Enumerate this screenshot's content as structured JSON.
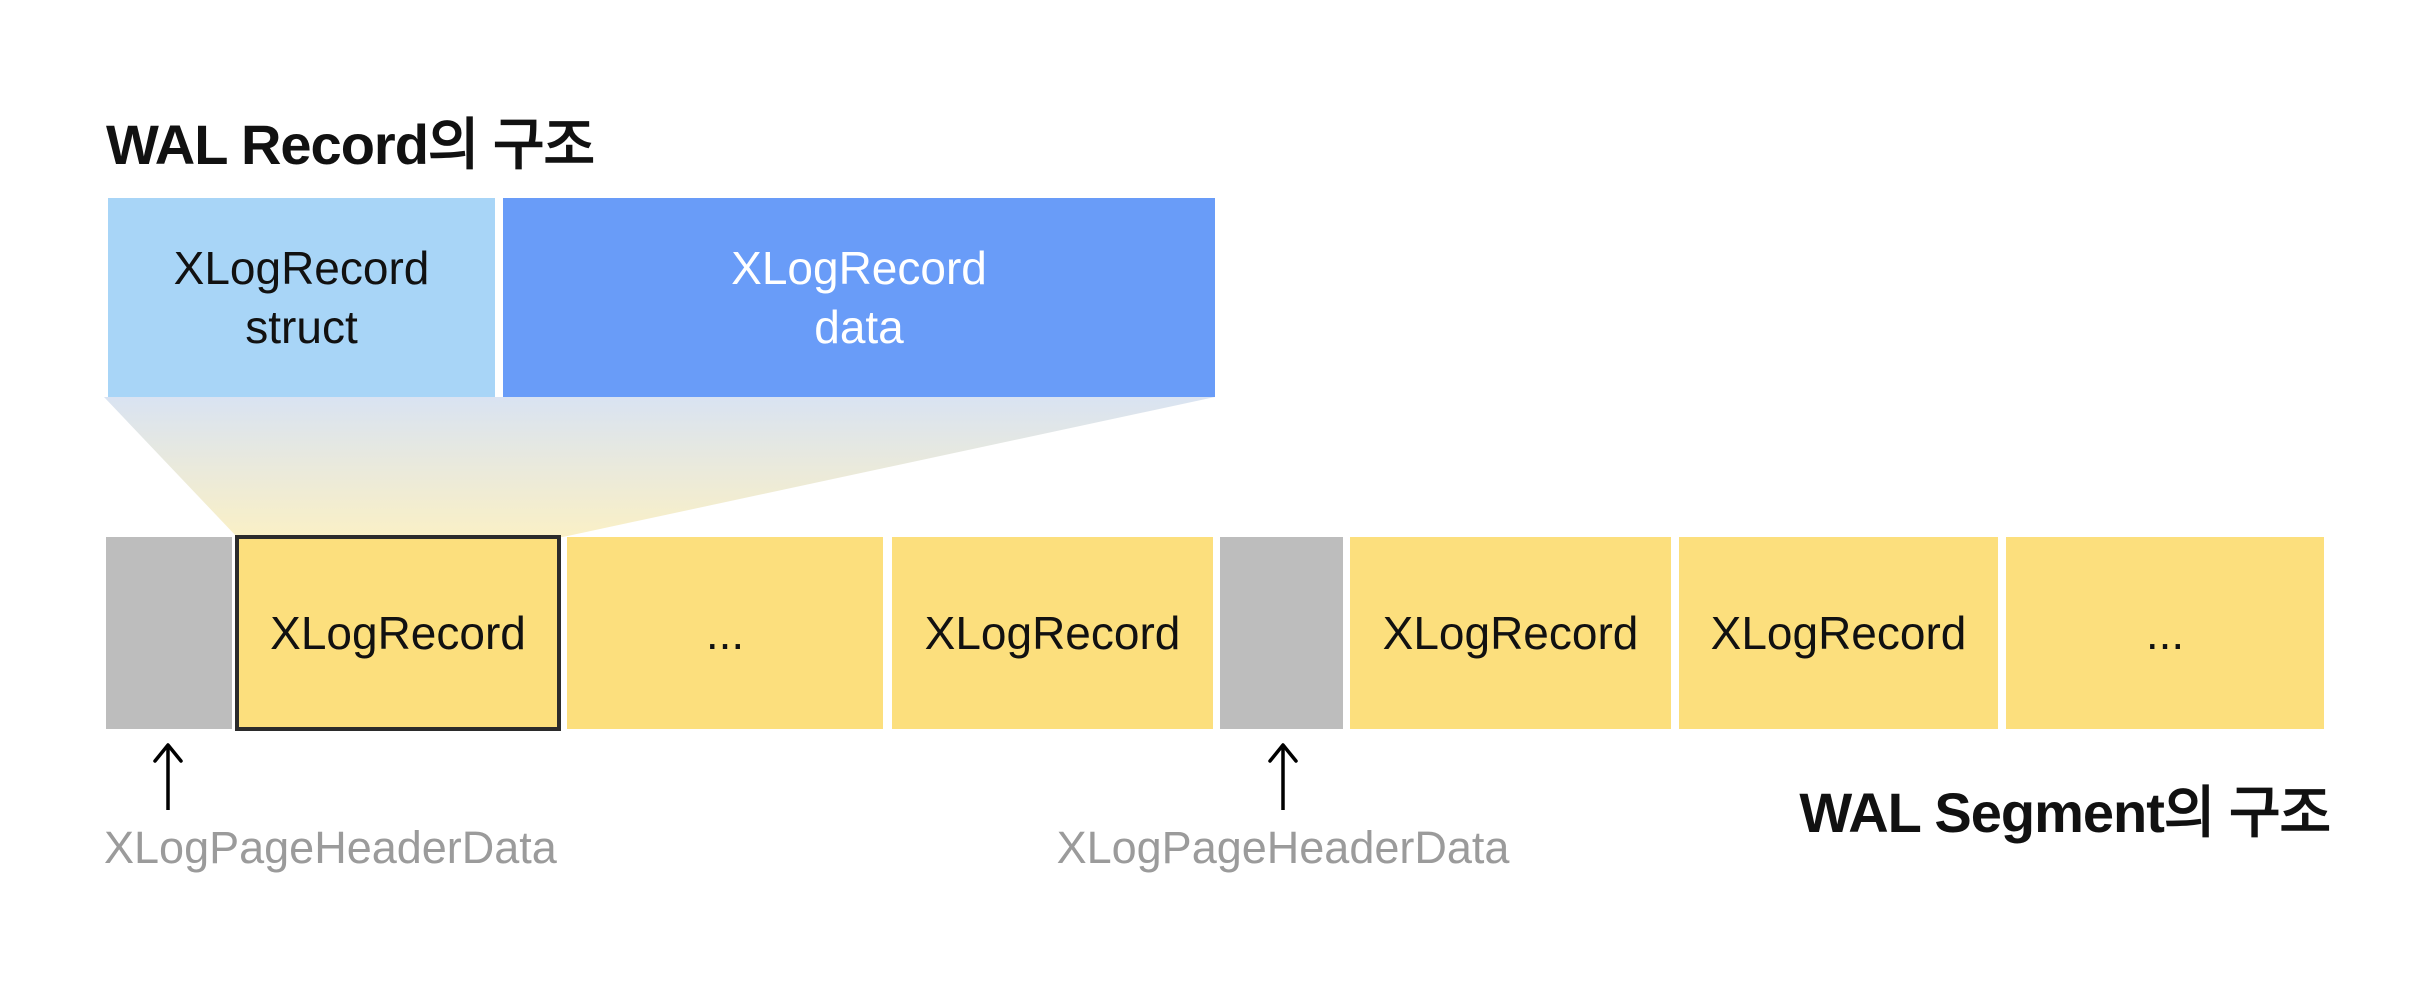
{
  "colors": {
    "canvas_bg": "#ffffff",
    "light_blue": "#a8d5f7",
    "blue": "#699cf8",
    "yellow": "#fcdf7d",
    "gray": "#bdbdbd",
    "border_dark": "#2b2b2b",
    "funnel_top": "#d9e3f2",
    "funnel_bottom": "#faf0c6",
    "title_text": "#111111",
    "label_gray": "#9b9b9b",
    "arrow_black": "#000000"
  },
  "record_diagram": {
    "title": "WAL Record의 구조",
    "struct_box": {
      "line1": "XLogRecord",
      "line2": "struct"
    },
    "data_box": {
      "line1": "XLogRecord",
      "line2": "data"
    }
  },
  "segment_diagram": {
    "title": "WAL Segment의 구조",
    "cells": [
      {
        "type": "page-header",
        "label": ""
      },
      {
        "type": "record-highlighted",
        "label": "XLogRecord"
      },
      {
        "type": "record",
        "label": "..."
      },
      {
        "type": "record",
        "label": "XLogRecord"
      },
      {
        "type": "page-header",
        "label": ""
      },
      {
        "type": "record",
        "label": "XLogRecord"
      },
      {
        "type": "record",
        "label": "XLogRecord"
      },
      {
        "type": "record",
        "label": "..."
      }
    ],
    "annotations": [
      {
        "label": "XLogPageHeaderData"
      },
      {
        "label": "XLogPageHeaderData"
      }
    ]
  }
}
